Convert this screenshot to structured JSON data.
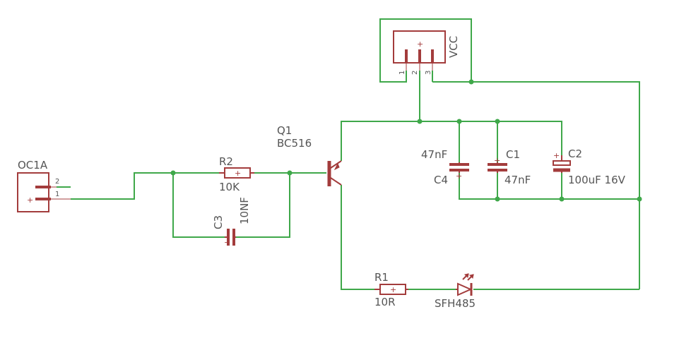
{
  "colors": {
    "wire": "#3fa84a",
    "component": "#a33c3c",
    "text": "#555555",
    "background": "#ffffff"
  },
  "labels": {
    "oc1a": "OC1A",
    "oc1a_pin2": "2",
    "oc1a_pin1": "1",
    "r2_name": "R2",
    "r2_value": "10K",
    "c3_name": "C3",
    "c3_value": "10NF",
    "q1_name": "Q1",
    "q1_value": "BC516",
    "vcc": "VCC",
    "vcc_pin1": "1",
    "vcc_pin2": "2",
    "vcc_pin3": "3",
    "c4_value": "47nF",
    "c4_name": "C4",
    "c1_name": "C1",
    "c1_value": "47nF",
    "c2_name": "C2",
    "c2_value": "100uF 16V",
    "r1_name": "R1",
    "r1_value": "10R",
    "led_name": "SFH485"
  }
}
